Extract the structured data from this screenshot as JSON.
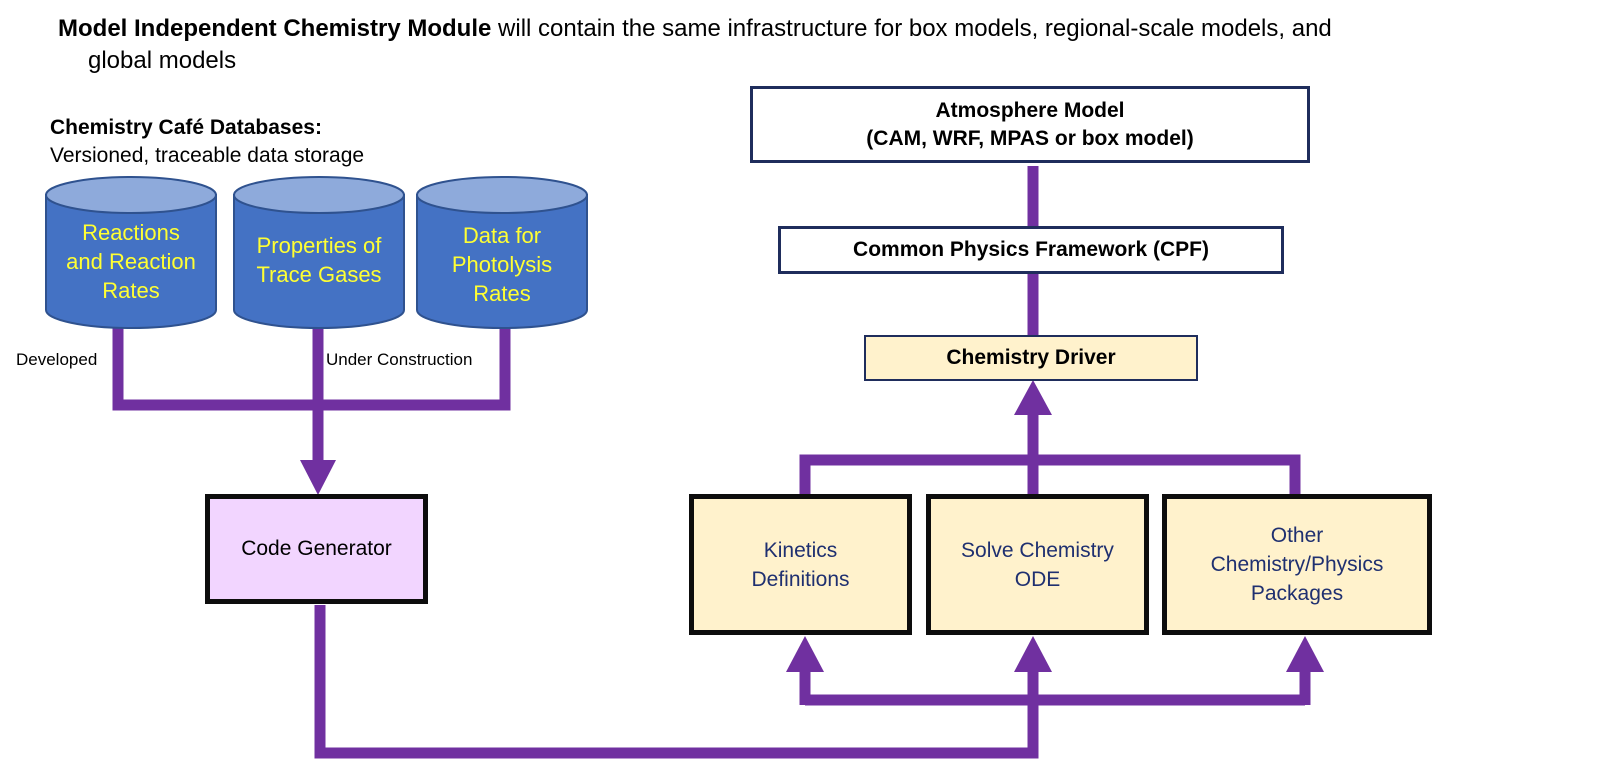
{
  "header": {
    "bold": "Model Independent Chemistry Module",
    "rest": " will contain the same infrastructure for box models, regional-scale models, and",
    "line2": "global models"
  },
  "databases": {
    "title": "Chemistry Café Databases:",
    "subtitle": "Versioned, traceable data storage",
    "items": [
      {
        "lines": [
          "Reactions",
          "and Reaction",
          "Rates"
        ]
      },
      {
        "lines": [
          "Properties of",
          "Trace Gases"
        ]
      },
      {
        "lines": [
          "Data for",
          "Photolysis",
          "Rates"
        ]
      }
    ],
    "status_developed": "Developed",
    "status_under_construction": "Under Construction",
    "colors": {
      "fill": "#4472c4",
      "top": "#8eaadb",
      "text": "#ffff33"
    }
  },
  "code_generator": {
    "label": "Code Generator"
  },
  "atmosphere_model": {
    "line1": "Atmosphere Model",
    "line2": "(CAM, WRF, MPAS or box model)"
  },
  "cpf": {
    "label": "Common Physics Framework (CPF)"
  },
  "chemistry_driver": {
    "label": "Chemistry Driver"
  },
  "packages": [
    {
      "lines": [
        "Kinetics",
        "Definitions"
      ]
    },
    {
      "lines": [
        "Solve Chemistry",
        "ODE"
      ]
    },
    {
      "lines": [
        "Other",
        "Chemistry/Physics",
        "Packages"
      ]
    }
  ],
  "colors": {
    "connector": "#7030a0",
    "box_yellow": "#fff2cc",
    "box_pink": "#f2d5ff",
    "border_navy": "#1f2d5c"
  }
}
